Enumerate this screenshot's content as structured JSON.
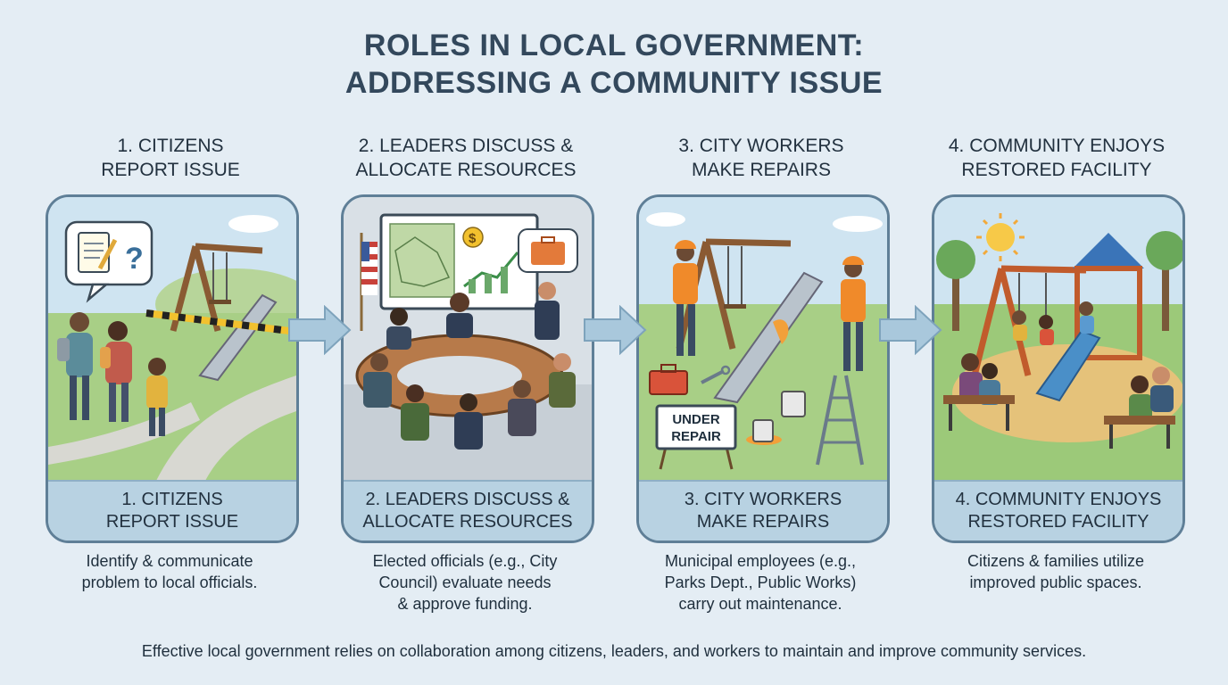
{
  "title": {
    "line1": "ROLES IN LOCAL GOVERNMENT:",
    "line2": "ADDRESSING A COMMUNITY ISSUE"
  },
  "steps": [
    {
      "head1": "1. CITIZENS",
      "head2": "REPORT ISSUE",
      "cap1": "1. CITIZENS",
      "cap2": "REPORT ISSUE",
      "desc1": "Identify & communicate",
      "desc2": "problem to local officials.",
      "desc3": ""
    },
    {
      "head1": "2. LEADERS DISCUSS &",
      "head2": "ALLOCATE RESOURCES",
      "cap1": "2. LEADERS DISCUSS &",
      "cap2": "ALLOCATE RESOURCES",
      "desc1": "Elected officials (e.g., City",
      "desc2": "Council) evaluate needs",
      "desc3": "& approve funding."
    },
    {
      "head1": "3. CITY WORKERS",
      "head2": "MAKE REPAIRS",
      "cap1": "3. CITY WORKERS",
      "cap2": "MAKE REPAIRS",
      "desc1": "Municipal employees (e.g.,",
      "desc2": "Parks Dept., Public Works)",
      "desc3": "carry out maintenance.",
      "sign1": "UNDER",
      "sign2": "REPAIR"
    },
    {
      "head1": "4. COMMUNITY ENJOYS",
      "head2": "RESTORED FACILITY",
      "cap1": "4. COMMUNITY ENJOYS",
      "cap2": "RESTORED FACILITY",
      "desc1": "Citizens & families utilize",
      "desc2": "improved public spaces.",
      "desc3": ""
    }
  ],
  "footer": "Effective local government relies on collaboration among citizens, leaders, and workers to maintain and improve community services.",
  "icons": [
    "notepad-icon",
    "question-icon",
    "dollar-icon",
    "briefcase-icon",
    "flag-icon",
    "sun-icon",
    "wrench-icon",
    "toolbox-icon"
  ],
  "colors": {
    "panel_border": "#5f7f97",
    "caption_bg": "#b8d2e2",
    "arrow": "#a9c8dc",
    "grass": "#9cc979",
    "title": "#33485c"
  }
}
